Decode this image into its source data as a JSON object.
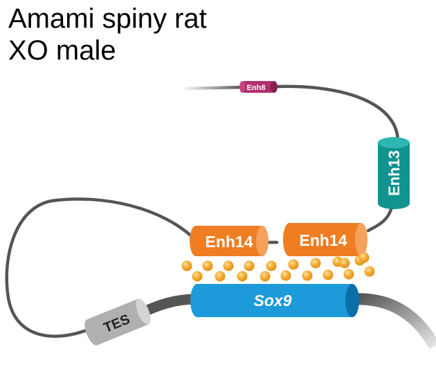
{
  "title": {
    "line1": "Amami spiny rat",
    "line2": "XO male"
  },
  "elements": {
    "enh8": {
      "label": "Enh8",
      "color": "#b0306e"
    },
    "enh13": {
      "label": "Enh13",
      "color": "#11938f"
    },
    "enh14_left": {
      "label": "Enh14",
      "color": "#ef7d22"
    },
    "enh14_right": {
      "label": "Enh14",
      "color": "#ef7d22"
    },
    "tes": {
      "label": "TES",
      "color": "#b0b0b0"
    },
    "sox9": {
      "label": "Sox9",
      "color": "#1d9ad9"
    }
  },
  "colors": {
    "dna_strand": "#555555",
    "binding_factor_dots": "#f5a623"
  },
  "icons": {
    "binding_factors": "orange-dot-cluster-icon"
  }
}
